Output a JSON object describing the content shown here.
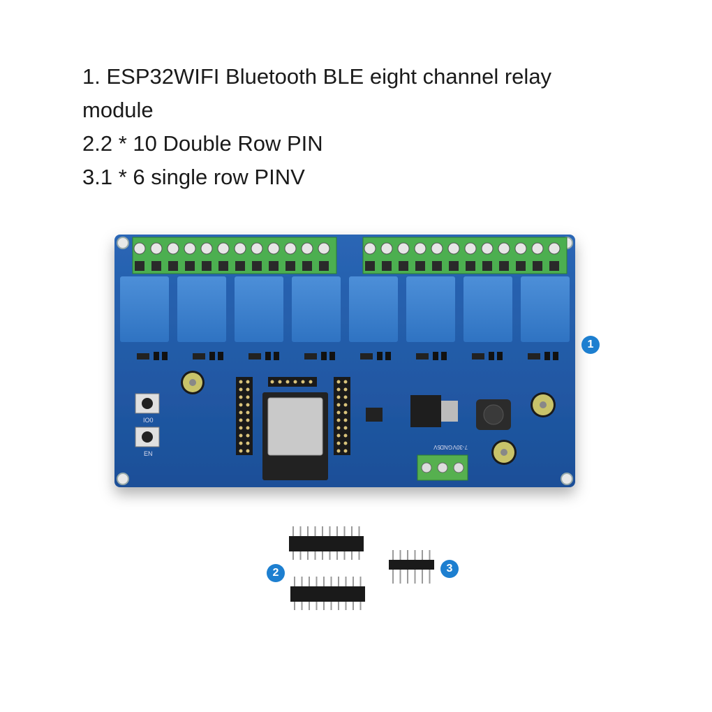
{
  "caption": {
    "line1": "1. ESP32WIFI Bluetooth BLE eight channel relay",
    "line2": "module",
    "line3": "2.2 * 10 Double Row PIN",
    "line4": "3.1 * 6 single row PINV"
  },
  "board": {
    "button_labels": [
      "IO0",
      "EN"
    ],
    "power_terminal_labels": [
      "7-30V",
      "GND",
      "5V"
    ]
  },
  "badges": [
    "1",
    "2",
    "3"
  ],
  "colors": {
    "pcb": "#1f5aa8",
    "terminal": "#4caf50",
    "badge": "#1d7fd0"
  }
}
